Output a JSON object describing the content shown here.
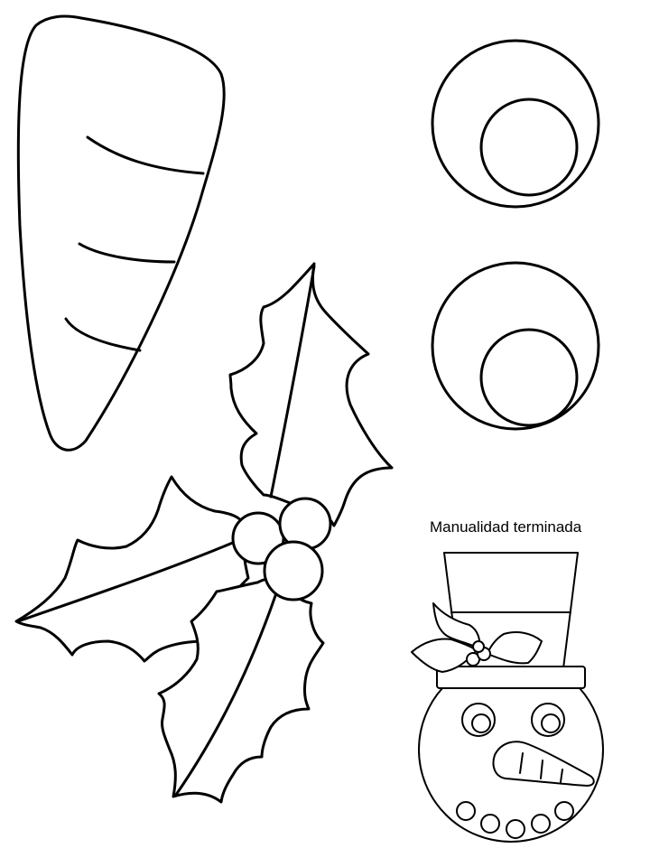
{
  "caption": "Manualidad terminada",
  "colors": {
    "line": "#000000",
    "background": "#ffffff"
  },
  "icons": {
    "carrot": "carrot-nose-template",
    "eye": "eye-circle-template",
    "holly": "holly-leaves-template",
    "finished": "snowman-face-craft"
  }
}
